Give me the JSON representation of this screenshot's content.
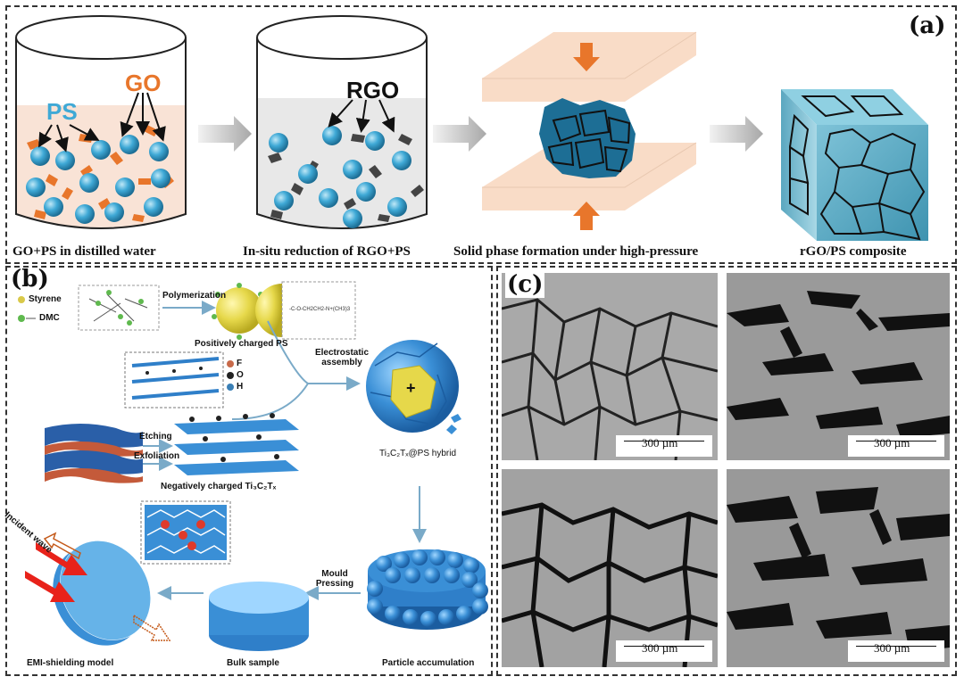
{
  "panel_a": {
    "label": "(a)",
    "ps_label": "PS",
    "go_label": "GO",
    "rgo_label": "RGO",
    "captions": [
      "GO+PS in distilled water",
      "In-situ reduction of RGO+PS",
      "Solid phase formation under high-pressure",
      "rGO/PS composite"
    ]
  },
  "panel_b": {
    "label": "(b)",
    "styrene": "Styrene",
    "dmc": "DMC",
    "polymerization": "Polymerization",
    "positively_charged_ps": "Positively charged PS",
    "electrostatic_assembly": "Electrostatic assembly",
    "f": "F",
    "o": "O",
    "h": "H",
    "etching": "Etching",
    "exfoliation": "Exfoliation",
    "negatively_charged": "Negatively charged Ti₃C₂Tₓ",
    "hybrid": "Ti₃C₂Tₓ@PS hybrid",
    "incident_wave": "Incident wave",
    "mould_pressing": "Mould Pressing",
    "emi_model": "EMI-shielding model",
    "bulk_sample": "Bulk sample",
    "particle_accumulation": "Particle accumulation",
    "plus": "+"
  },
  "panel_c": {
    "label": "(c)",
    "scale_bars": [
      "300 µm",
      "300 µm",
      "300 µm",
      "300 µm"
    ]
  },
  "colors": {
    "ps_blue": "#3fa9d6",
    "go_orange": "#e8762b",
    "water_pink": "#f9e3d6",
    "press_plate": "#f9dcc7",
    "arrow_grey": "#bdbdbd",
    "mxene_blue": "#3a8fd6",
    "ps_yellow": "#e6d84a"
  }
}
